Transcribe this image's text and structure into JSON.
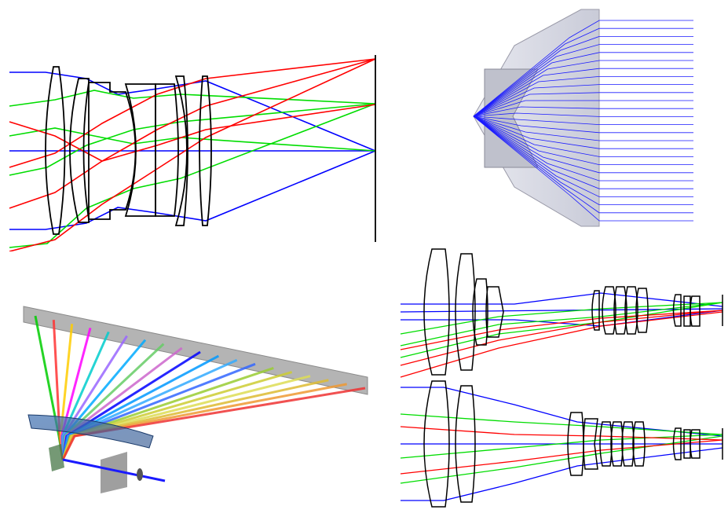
{
  "figure": {
    "panels": [
      {
        "id": "double-gauss-lens",
        "description_kind": "optical-layout"
      },
      {
        "id": "condenser-fan",
        "description_kind": "optical-layout"
      },
      {
        "id": "spectrometer-3d",
        "description_kind": "optical-layout"
      },
      {
        "id": "zoom-lens-pair",
        "description_kind": "optical-layout"
      }
    ],
    "colors": {
      "ray_blue": "#0000ff",
      "ray_green": "#00dd00",
      "ray_red": "#ff0000",
      "lens_outline": "#000000",
      "glass_fill": "#d6d8e6",
      "detector_fill": "#b4b4b4"
    }
  }
}
